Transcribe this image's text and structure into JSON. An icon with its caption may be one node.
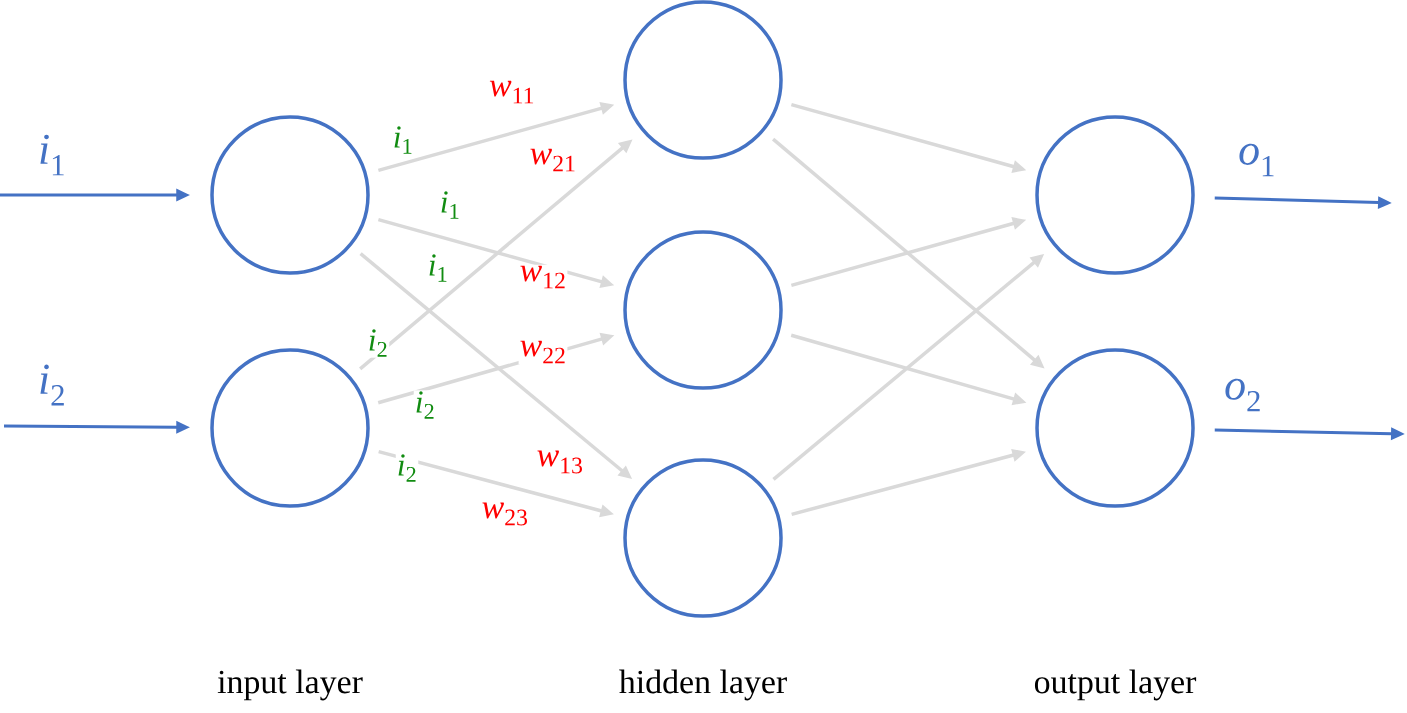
{
  "diagram": {
    "nodes": [
      {
        "text": [],
        "shape": "circle"
      },
      {
        "text": [],
        "shape": "circle"
      },
      {
        "text": [],
        "shape": "circle"
      },
      {
        "text": [],
        "shape": "circle"
      },
      {
        "text": [],
        "shape": "circle"
      },
      {
        "text": [],
        "shape": "circle"
      },
      {
        "text": [],
        "shape": "circle"
      }
    ],
    "edges": [
      {
        "from": null,
        "to": 0,
        "arrow": "to",
        "label": "*i*$_{1}$",
        "color": "#4472c4"
      },
      {
        "from": null,
        "to": 1,
        "arrow": "to",
        "label": "*i*$_{2}$",
        "color": "#4472c4"
      },
      {
        "from": 0,
        "to": 2,
        "arrow": "to",
        "label": "*w*$_{11}$"
      },
      {
        "from": 0,
        "to": 3,
        "arrow": "to",
        "label": "*w*$_{12}$"
      },
      {
        "from": 0,
        "to": 4,
        "arrow": "to",
        "label": "*w*$_{13}$"
      },
      {
        "from": 1,
        "to": 2,
        "arrow": "to",
        "label": "*w*$_{21}$"
      },
      {
        "from": 1,
        "to": 3,
        "arrow": "to",
        "label": "*w*$_{22}$"
      },
      {
        "from": 1,
        "to": 4,
        "arrow": "to",
        "label": "*w*$_{23}$"
      },
      {
        "from": 2,
        "to": 5,
        "arrow": "to"
      },
      {
        "from": 2,
        "to": 6,
        "arrow": "to"
      },
      {
        "from": 3,
        "to": 5,
        "arrow": "to"
      },
      {
        "from": 3,
        "to": 6,
        "arrow": "to"
      },
      {
        "from": 4,
        "to": 5,
        "arrow": "to"
      },
      {
        "from": 4,
        "to": 6,
        "arrow": "to"
      },
      {
        "from": 5,
        "to": null,
        "arrow": "to",
        "label": "*o*$_{1}$",
        "color": "#4472c4"
      },
      {
        "from": 6,
        "to": null,
        "arrow": "to",
        "label": "*o*$_{2}$",
        "color": "#4472c4"
      }
    ],
    "labels": [
      "*i*$_{1}$",
      "*i*$_{1}$",
      "*i*$_{1}$",
      "*i*$_{2}$",
      "*i*$_{2}$",
      "*i*$_{2}$",
      "input layer",
      "hidden layer",
      "output layer"
    ]
  }
}
